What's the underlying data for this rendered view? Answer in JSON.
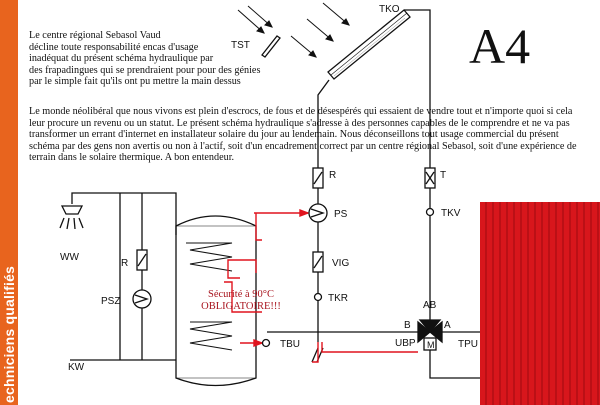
{
  "side_banner": {
    "text": "echniciens qualifiés",
    "color": "#e8641e"
  },
  "disclaimer": [
    "Le centre régional Sebasol Vaud",
    "décline toute responsabilité encas d'usage",
    "inadéquat du présent schéma hydraulique par",
    "des frapadingues qui se prendraient pour pour des génies",
    "par le simple fait qu'ils ont pu mettre la main dessus"
  ],
  "paragraph": "Le monde néolibéral que nous vivons est plein d'escrocs, de fous et de désespérés qui essaient de vendre tout et n'importe quoi si cela leur procure un revenu ou un statut. Le présent schéma hydraulique s'adresse à des personnes capables de le comprendre et ne va pas transformer un errant d'internet en installateur solaire du jour au lendemain. Nous déconseillons tout usage commercial du présent schéma par des gens non avertis ou non à l'actif, soit d'un encadrement correct par un centre régional Sebasol, soit d'une expérience de terrain dans le solaire thermique. A bon entendeur.",
  "scheme_id": "A4",
  "warning": [
    "Sécurité à 90°C",
    "OBLIGATOIRE!!!"
  ],
  "labels": {
    "tst": "TST",
    "tko": "TKO",
    "r_solar": "R",
    "ps": "PS",
    "vig": "VIG",
    "tkr": "TKR",
    "tbu": "TBU",
    "t": "T",
    "tkv": "TKV",
    "ab": "AB",
    "b": "B",
    "a": "A",
    "m": "M",
    "ubp": "UBP",
    "tpu": "TPU",
    "ww": "WW",
    "r_dhw": "R",
    "psz": "PSZ",
    "kw": "KW"
  },
  "colors": {
    "pipe": "#111111",
    "highlight": "#e0141e",
    "radiator": "#d8161c",
    "radiator_dark": "#a80e12"
  }
}
